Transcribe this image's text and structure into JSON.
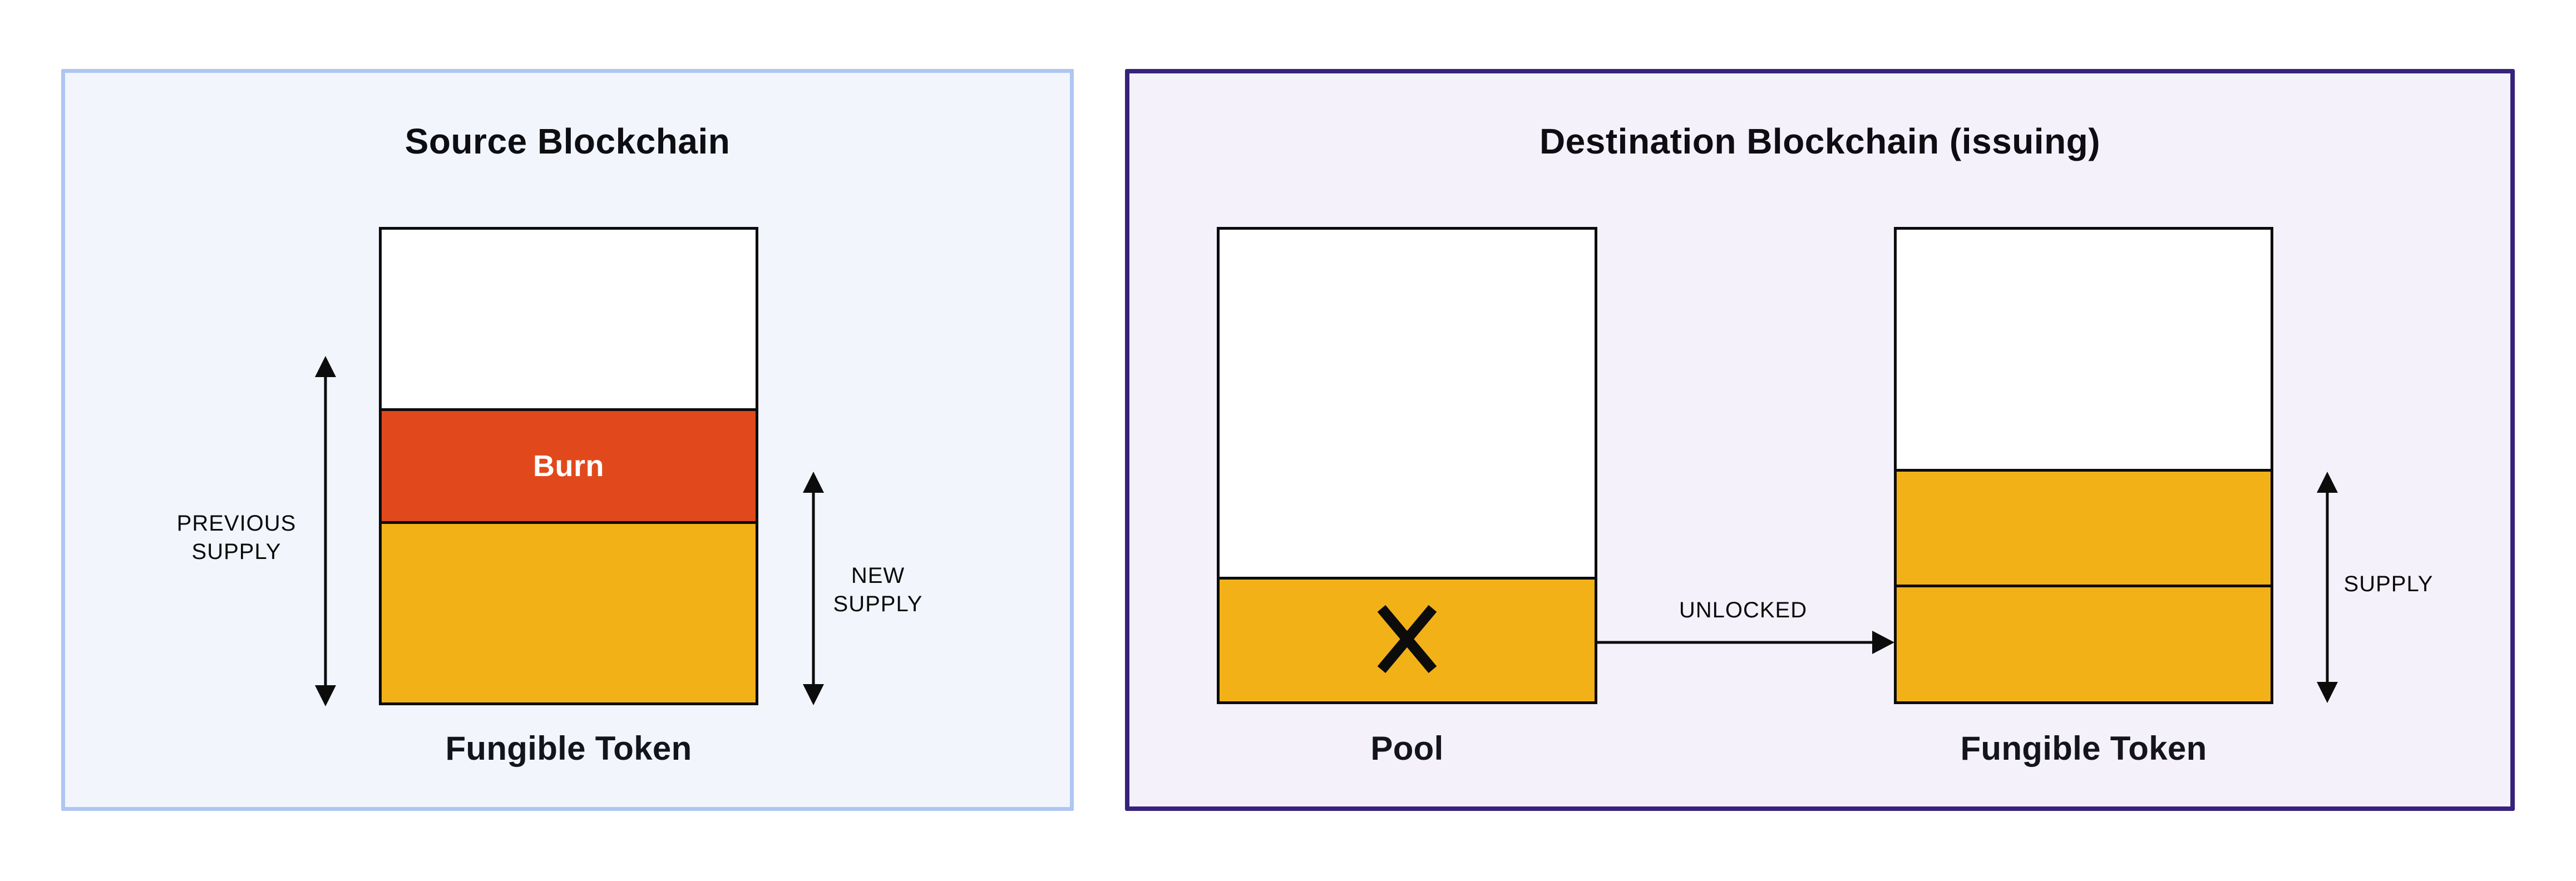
{
  "diagram": {
    "source_panel": {
      "title": "Source Blockchain",
      "burn_label": "Burn",
      "token_label": "Fungible Token",
      "previous_supply": [
        "PREVIOUS",
        "SUPPLY"
      ],
      "new_supply": [
        "NEW",
        "SUPPLY"
      ]
    },
    "destination_panel": {
      "title": "Destination Blockchain (issuing)",
      "pool_label": "Pool",
      "token_label": "Fungible Token",
      "unlocked_label": "UNLOCKED",
      "supply_label": "SUPPLY"
    }
  },
  "colors": {
    "burn_red": "#E1491C",
    "token_yellow": "#F2B117",
    "source_panel_bg": "#F2F5FC",
    "source_panel_border": "#AEC6F1",
    "destination_panel_bg": "#F4F1FB",
    "destination_panel_border": "#37227B",
    "line_black": "#0C0C0C",
    "label_dark": "#14141F",
    "burn_text_white": "#FFFFFF"
  }
}
